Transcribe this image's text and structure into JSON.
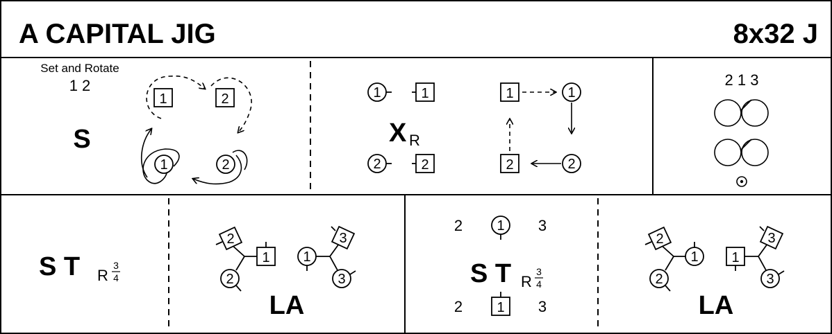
{
  "title": "A CAPITAL JIG",
  "format": "8x32 J",
  "bar1": {
    "caption": "Set and Rotate",
    "caption_nums": "1 2",
    "move": "S",
    "dancers": {
      "m1": "1",
      "m2": "2",
      "w1": "1",
      "w2": "2"
    }
  },
  "bar2": {
    "move": "X",
    "move_sub": "R",
    "left_pairs": {
      "w1": "1",
      "m1": "1",
      "w2": "2",
      "m2": "2"
    },
    "right_square": {
      "m1": "1",
      "w1": "1",
      "m2": "2",
      "w2": "2"
    }
  },
  "bar3": {
    "top_nums": "2 1 3"
  },
  "bar4": {
    "move": "S T",
    "move_sub": "R",
    "frac_num": "3",
    "frac_den": "4"
  },
  "bar5": {
    "move": "LA",
    "group_left": {
      "m_top": "2",
      "m_right": "1",
      "w_bottom": "2"
    },
    "group_right": {
      "w_left": "1",
      "m_top": "3",
      "w_bottom": "3"
    }
  },
  "bar6": {
    "move": "S T",
    "move_sub": "R",
    "frac_num": "3",
    "frac_den": "4",
    "top_left": "2",
    "top_mid": "1",
    "top_right": "3",
    "bot_left": "2",
    "bot_mid": "1",
    "bot_right": "3"
  },
  "bar7": {
    "move": "LA",
    "group_left": {
      "m_top": "2",
      "w_right": "1",
      "w_bottom": "2"
    },
    "group_right": {
      "m_left": "1",
      "m_top": "3",
      "w_bottom": "3"
    }
  }
}
